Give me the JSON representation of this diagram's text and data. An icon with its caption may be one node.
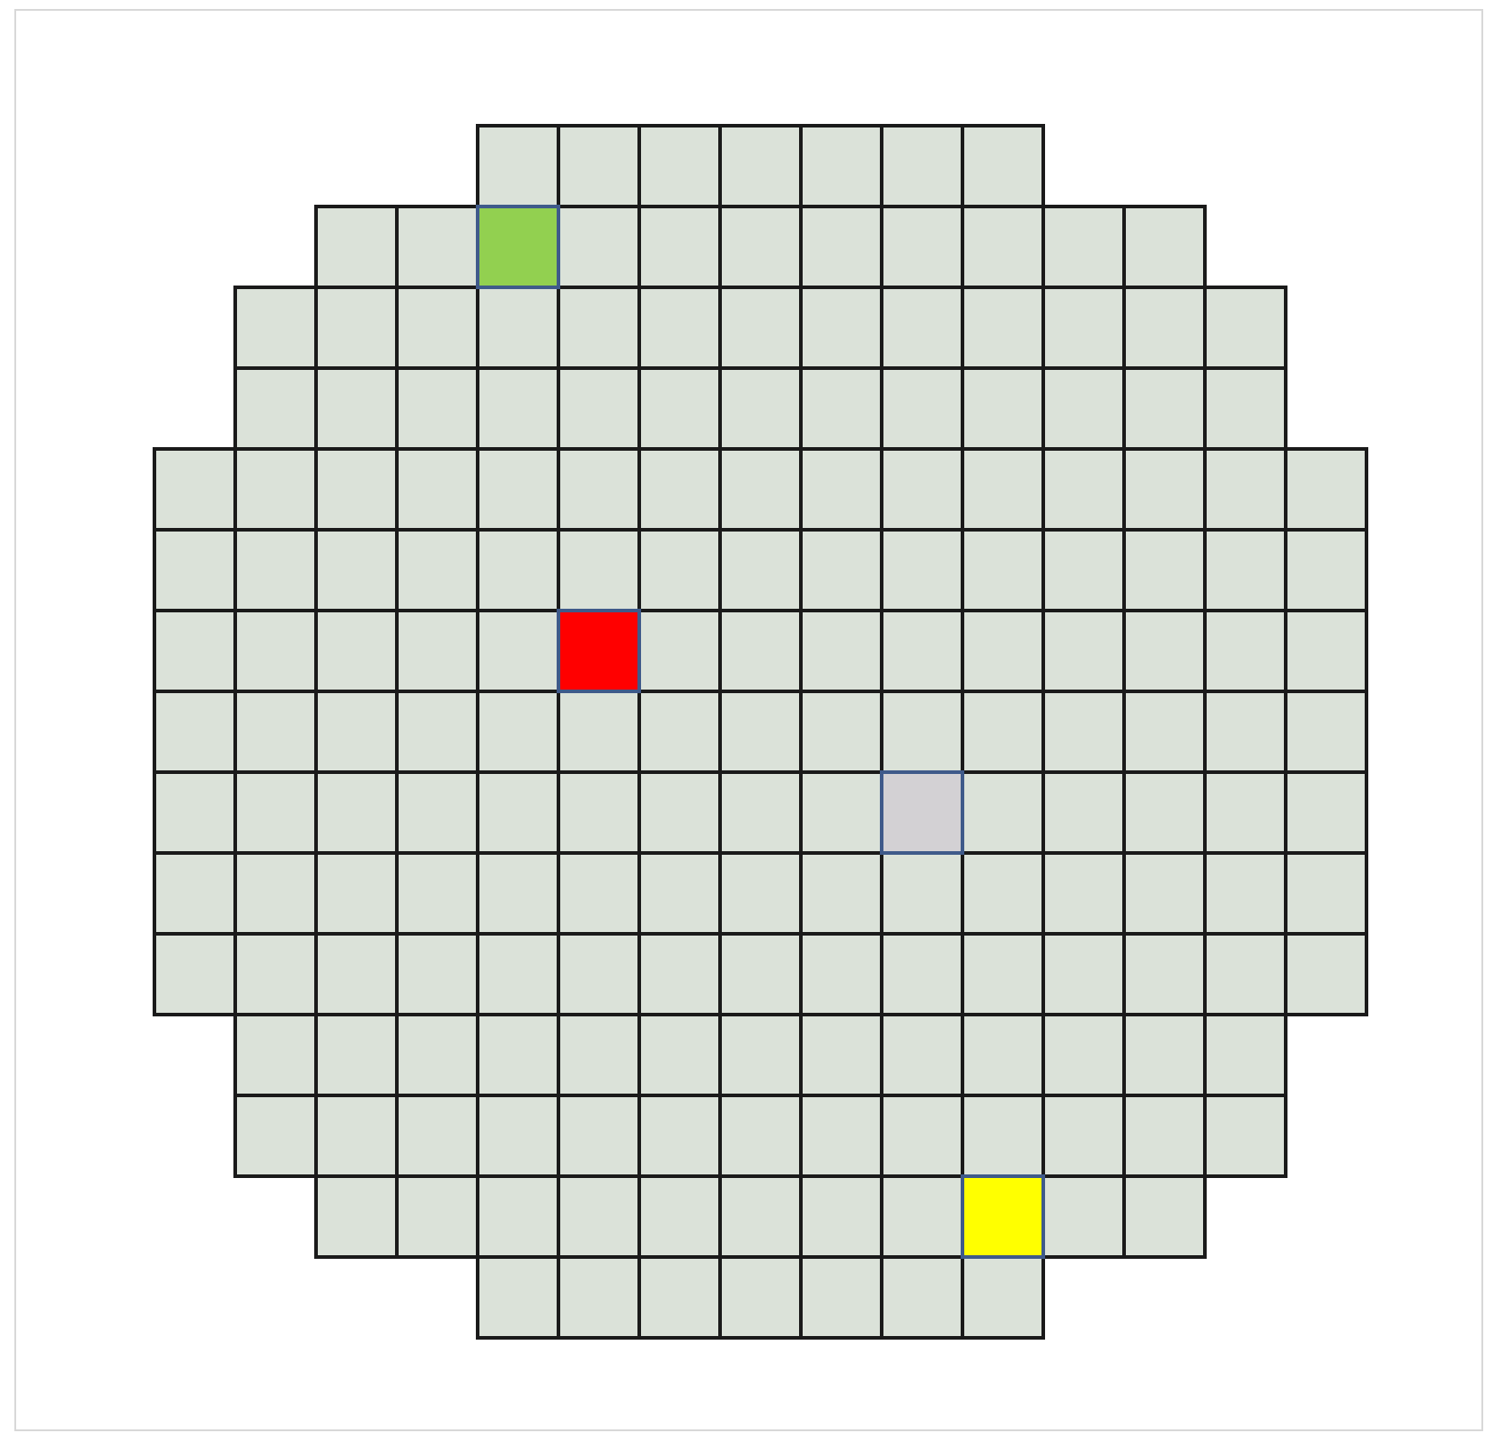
{
  "diagram": {
    "nodes": [
      {
        "text": [],
        "shape": "box"
      },
      {
        "text": [],
        "shape": "box"
      },
      {
        "text": [],
        "shape": "box"
      },
      {
        "text": [],
        "shape": "box"
      },
      {
        "text": [],
        "shape": "box"
      },
      {
        "text": [],
        "shape": "box"
      },
      {
        "text": [],
        "shape": "box"
      },
      {
        "text": [],
        "shape": "box"
      },
      {
        "text": [],
        "shape": "box"
      },
      {
        "text": [],
        "shape": "box"
      },
      {
        "text": [],
        "shape": "box"
      },
      {
        "text": [],
        "shape": "box"
      },
      {
        "text": [],
        "shape": "box"
      },
      {
        "text": [],
        "shape": "box"
      },
      {
        "text": [],
        "shape": "box"
      },
      {
        "text": [],
        "shape": "box"
      },
      {
        "text": [],
        "shape": "box"
      },
      {
        "text": [],
        "shape": "box"
      },
      {
        "text": [],
        "shape": "box"
      },
      {
        "text": [],
        "shape": "box"
      },
      {
        "text": [],
        "shape": "box"
      },
      {
        "text": [],
        "shape": "box"
      },
      {
        "text": [],
        "shape": "box"
      },
      {
        "text": [],
        "shape": "box"
      },
      {
        "text": [],
        "shape": "box"
      },
      {
        "text": [],
        "shape": "box"
      },
      {
        "text": [],
        "shape": "box"
      },
      {
        "text": [],
        "shape": "box"
      },
      {
        "text": [],
        "shape": "box"
      },
      {
        "text": [],
        "shape": "box"
      },
      {
        "text": [],
        "shape": "box"
      },
      {
        "text": [],
        "shape": "box"
      },
      {
        "text": [],
        "shape": "box"
      },
      {
        "text": [],
        "shape": "box"
      },
      {
        "text": [],
        "shape": "box"
      },
      {
        "text": [],
        "shape": "box"
      },
      {
        "text": [],
        "shape": "box"
      },
      {
        "text": [],
        "shape": "box"
      },
      {
        "text": [],
        "shape": "box"
      },
      {
        "text": [],
        "shape": "box"
      },
      {
        "text": [],
        "shape": "box"
      },
      {
        "text": [],
        "shape": "box"
      },
      {
        "text": [],
        "shape": "box"
      },
      {
        "text": [],
        "shape": "box"
      },
      {
        "text": [],
        "shape": "box"
      },
      {
        "text": [],
        "shape": "box"
      },
      {
        "text": [],
        "shape": "box"
      },
      {
        "text": [],
        "shape": "box"
      },
      {
        "text": [],
        "shape": "box"
      },
      {
        "text": [],
        "shape": "box"
      },
      {
        "text": [],
        "shape": "box"
      },
      {
        "text": [],
        "shape": "box"
      },
      {
        "text": [],
        "shape": "box"
      },
      {
        "text": [],
        "shape": "box"
      },
      {
        "text": [],
        "shape": "box"
      },
      {
        "text": [],
        "shape": "box"
      },
      {
        "text": [],
        "shape": "box"
      },
      {
        "text": [],
        "shape": "box"
      },
      {
        "text": [],
        "shape": "box"
      },
      {
        "text": [],
        "shape": "box"
      },
      {
        "text": [],
        "shape": "box"
      },
      {
        "text": [],
        "shape": "box"
      },
      {
        "text": [],
        "shape": "box"
      },
      {
        "text": [],
        "shape": "box"
      },
      {
        "text": [],
        "shape": "box"
      },
      {
        "text": [],
        "shape": "box"
      },
      {
        "text": [],
        "shape": "box"
      },
      {
        "text": [],
        "shape": "box"
      },
      {
        "text": [],
        "shape": "box"
      },
      {
        "text": [],
        "shape": "box"
      },
      {
        "text": [],
        "shape": "box"
      },
      {
        "text": [],
        "shape": "box"
      },
      {
        "text": [],
        "shape": "box"
      },
      {
        "text": [],
        "shape": "box"
      },
      {
        "text": [],
        "shape": "box"
      },
      {
        "text": [],
        "shape": "box"
      },
      {
        "text": [],
        "shape": "box"
      },
      {
        "text": [],
        "shape": "box"
      },
      {
        "text": [],
        "shape": "box"
      },
      {
        "text": [],
        "shape": "box"
      },
      {
        "text": [],
        "shape": "box"
      },
      {
        "text": [],
        "shape": "box"
      },
      {
        "text": [],
        "shape": "box"
      },
      {
        "text": [],
        "shape": "box"
      },
      {
        "text": [],
        "shape": "box"
      },
      {
        "text": [],
        "shape": "box"
      },
      {
        "text": [],
        "shape": "box"
      },
      {
        "text": [],
        "shape": "box"
      },
      {
        "text": [],
        "shape": "box"
      },
      {
        "text": [],
        "shape": "box"
      },
      {
        "text": [],
        "shape": "box"
      },
      {
        "text": [],
        "shape": "box"
      },
      {
        "text": [],
        "shape": "box"
      },
      {
        "text": [],
        "shape": "box"
      },
      {
        "text": [],
        "shape": "box"
      },
      {
        "text": [],
        "shape": "box"
      },
      {
        "text": [],
        "shape": "box"
      },
      {
        "text": [],
        "shape": "box"
      },
      {
        "text": [],
        "shape": "box"
      },
      {
        "text": [],
        "shape": "box"
      },
      {
        "text": [],
        "shape": "box"
      },
      {
        "text": [],
        "shape": "box"
      },
      {
        "text": [],
        "shape": "box"
      },
      {
        "text": [],
        "shape": "box"
      },
      {
        "text": [],
        "shape": "box"
      },
      {
        "text": [],
        "shape": "box"
      },
      {
        "text": [],
        "shape": "box"
      },
      {
        "text": [],
        "shape": "box"
      },
      {
        "text": [],
        "shape": "box"
      },
      {
        "text": [],
        "shape": "box"
      },
      {
        "text": [],
        "shape": "box"
      },
      {
        "text": [],
        "shape": "box"
      },
      {
        "text": [],
        "shape": "box"
      },
      {
        "text": [],
        "shape": "box"
      },
      {
        "text": [],
        "shape": "box"
      },
      {
        "text": [],
        "shape": "box"
      },
      {
        "text": [],
        "shape": "box"
      },
      {
        "text": [],
        "shape": "box"
      },
      {
        "text": [],
        "shape": "box"
      },
      {
        "text": [],
        "shape": "box"
      },
      {
        "text": [],
        "shape": "box"
      },
      {
        "text": [],
        "shape": "box"
      },
      {
        "text": [],
        "shape": "box"
      },
      {
        "text": [],
        "shape": "box"
      },
      {
        "text": [],
        "shape": "box"
      },
      {
        "text": [],
        "shape": "box"
      },
      {
        "text": [],
        "shape": "box"
      },
      {
        "text": [],
        "shape": "box"
      },
      {
        "text": [],
        "shape": "box"
      },
      {
        "text": [],
        "shape": "box"
      },
      {
        "text": [],
        "shape": "box"
      },
      {
        "text": [],
        "shape": "box"
      },
      {
        "text": [],
        "shape": "box"
      },
      {
        "text": [],
        "shape": "box"
      },
      {
        "text": [],
        "shape": "box"
      },
      {
        "text": [],
        "shape": "box"
      },
      {
        "text": [],
        "shape": "box"
      },
      {
        "text": [],
        "shape": "box"
      },
      {
        "text": [],
        "shape": "box"
      },
      {
        "text": [],
        "shape": "box"
      },
      {
        "text": [],
        "shape": "box"
      },
      {
        "text": [],
        "shape": "box"
      },
      {
        "text": [],
        "shape": "box"
      },
      {
        "text": [],
        "shape": "box"
      },
      {
        "text": [],
        "shape": "box"
      },
      {
        "text": [],
        "shape": "box"
      },
      {
        "text": [],
        "shape": "box"
      },
      {
        "text": [],
        "shape": "box"
      },
      {
        "text": [],
        "shape": "box"
      },
      {
        "text": [],
        "shape": "box"
      },
      {
        "text": [],
        "shape": "box"
      },
      {
        "text": [],
        "shape": "box"
      },
      {
        "text": [],
        "shape": "box"
      },
      {
        "text": [],
        "shape": "box"
      },
      {
        "text": [],
        "shape": "box"
      },
      {
        "text": [],
        "shape": "box"
      },
      {
        "text": [],
        "shape": "box"
      },
      {
        "text": [],
        "shape": "box"
      },
      {
        "text": [],
        "shape": "box"
      },
      {
        "text": [],
        "shape": "box"
      },
      {
        "text": [],
        "shape": "box"
      },
      {
        "text": [],
        "shape": "box"
      },
      {
        "text": [],
        "shape": "box"
      },
      {
        "text": [],
        "shape": "box"
      },
      {
        "text": [],
        "shape": "box"
      },
      {
        "text": [],
        "shape": "box"
      },
      {
        "text": [],
        "shape": "box"
      },
      {
        "text": [],
        "shape": "box"
      },
      {
        "text": [],
        "shape": "box"
      },
      {
        "text": [],
        "shape": "box"
      },
      {
        "text": [],
        "shape": "box"
      },
      {
        "text": [],
        "shape": "box"
      },
      {
        "text": [],
        "shape": "box"
      },
      {
        "text": [],
        "shape": "box"
      },
      {
        "text": [],
        "shape": "box"
      },
      {
        "text": [],
        "shape": "box"
      },
      {
        "text": [],
        "shape": "box"
      },
      {
        "text": [],
        "shape": "box"
      },
      {
        "text": [],
        "shape": "box"
      },
      {
        "text": [],
        "shape": "box"
      },
      {
        "text": [],
        "shape": "box"
      },
      {
        "text": [],
        "shape": "box"
      },
      {
        "text": [],
        "shape": "box"
      },
      {
        "text": [],
        "shape": "box"
      },
      {
        "text": [],
        "shape": "box"
      },
      {
        "text": [],
        "shape": "box"
      },
      {
        "text": [],
        "shape": "box"
      },
      {
        "text": [],
        "shape": "box"
      },
      {
        "text": [],
        "shape": "box"
      },
      {
        "text": [],
        "shape": "box"
      },
      {
        "text": [],
        "shape": "box"
      },
      {
        "text": [],
        "shape": "box"
      },
      {
        "text": [],
        "shape": "box"
      }
    ]
  }
}
